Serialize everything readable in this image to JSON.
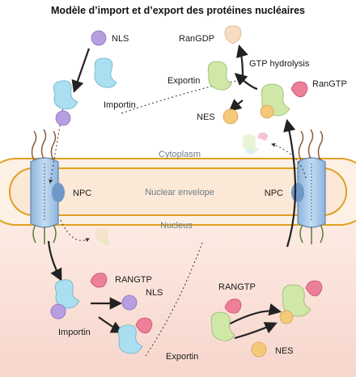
{
  "title": "Modèle d’import et d’export des protéines nucléaires",
  "labels": {
    "nls_top": "NLS",
    "importin_top": "Importin",
    "rangdp": "RanGDP",
    "gtp_hydrolysis": "GTP hydrolysis",
    "exportin_top": "Exportin",
    "rangtp_top": "RanGTP",
    "nes_top": "NES",
    "cytoplasm": "Cytoplasm",
    "npc_left": "NPC",
    "nuclear_envelope": "Nuclear envelope",
    "npc_right": "NPC",
    "nucleus": "Nucleus",
    "rangtp_bottom_left": "RANGTP",
    "nls_bottom": "NLS",
    "importin_bottom": "Importin",
    "rangtp_bottom_right": "RANGTP",
    "exportin_bottom": "Exportin",
    "nes_bottom": "NES"
  },
  "colors": {
    "cytoplasm_bg": "#ffffff",
    "nucleus_bg": "#fbe3dc",
    "envelope_fill": "#fdf0e4",
    "envelope_stroke": "#e0a020",
    "npc": "#9fc3e6",
    "importin": "#a9dff0",
    "nls_cargo": "#b79ee0",
    "exportin": "#cfe8a8",
    "rangtp": "#ee7f98",
    "rangdp": "#f6dcc0",
    "nes_cargo": "#f5c97a"
  }
}
